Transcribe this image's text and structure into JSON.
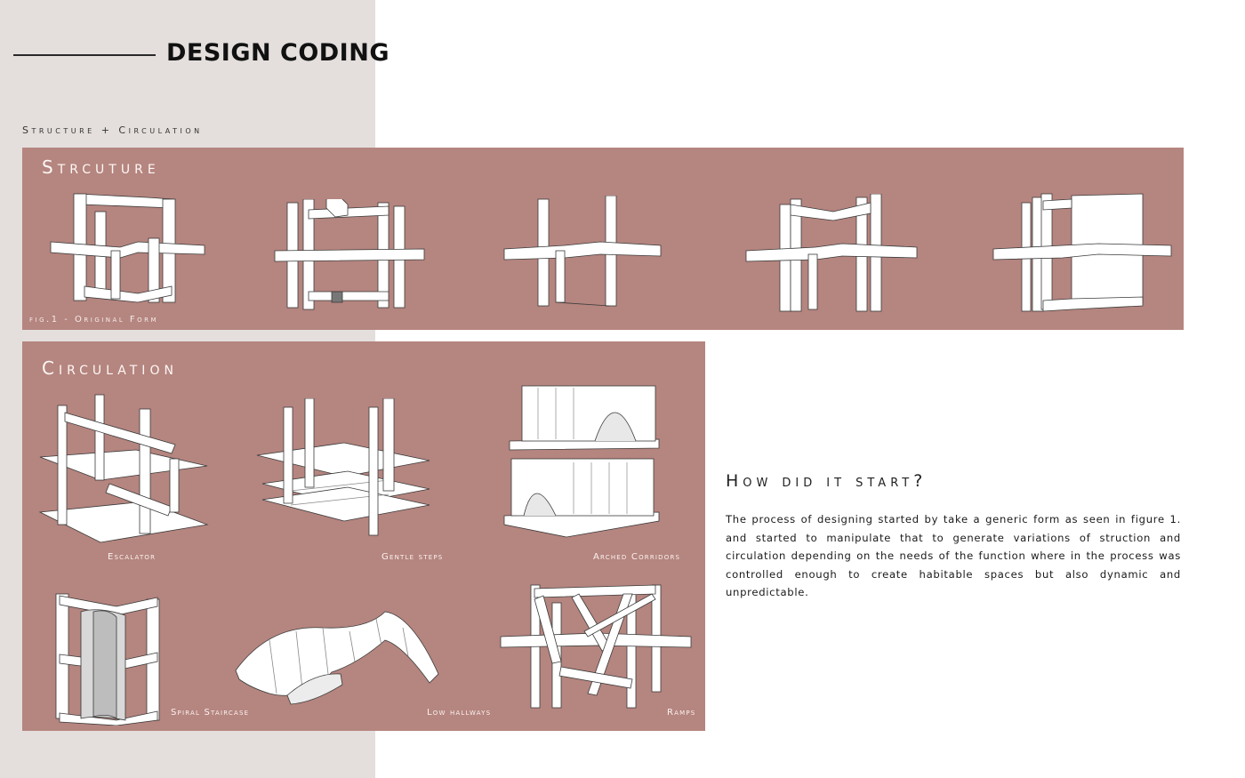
{
  "page": {
    "title": "DESIGN CODING",
    "subtitle": "Structure + Circulation"
  },
  "structure_panel": {
    "heading": "Strcuture",
    "caption": "fig.1 - Original Form"
  },
  "circulation_panel": {
    "heading": "Circulation",
    "labels": [
      "Escalator",
      "Gentle steps",
      "Arched Corridors",
      "Spiral Staircase",
      "Low hallways",
      "Ramps"
    ]
  },
  "description": {
    "heading": "How did it start?",
    "body": "The process of designing started by take a generic form  as seen in figure 1. and started to manipulate that to generate variations of struction and circulation depending on the needs of the function where in the process was controlled enough to create habitable spaces but also dynamic and unpredictable."
  },
  "colors": {
    "side_panel": "#e4dfdd",
    "panel_fill": "#b5857f",
    "model_fill": "#ffffff",
    "model_stroke": "#3a3a3a"
  },
  "icons": {
    "models": [
      "structure-model-icon",
      "escalator-model-icon",
      "gentle-steps-model-icon",
      "arched-corridors-model-icon",
      "spiral-staircase-model-icon",
      "low-hallways-model-icon",
      "ramps-model-icon"
    ]
  }
}
